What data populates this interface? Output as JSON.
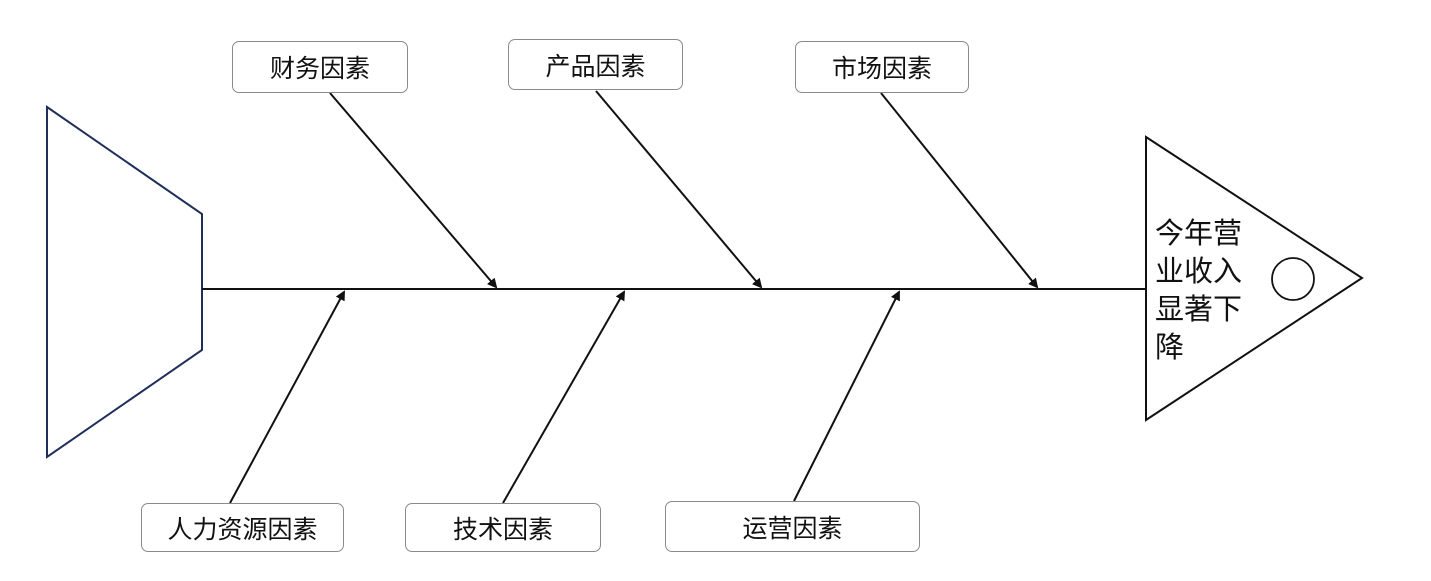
{
  "problem": {
    "label": "今年营业收入显著下降"
  },
  "causes": {
    "finance": "财务因素",
    "product": "产品因素",
    "market": "市场因素",
    "hr": "人力资源因素",
    "tech": "技术因素",
    "operations": "运营因素"
  },
  "colors": {
    "tail_stroke": "#1f2f5a",
    "line": "#111111",
    "box_border": "#8a8a8a"
  }
}
